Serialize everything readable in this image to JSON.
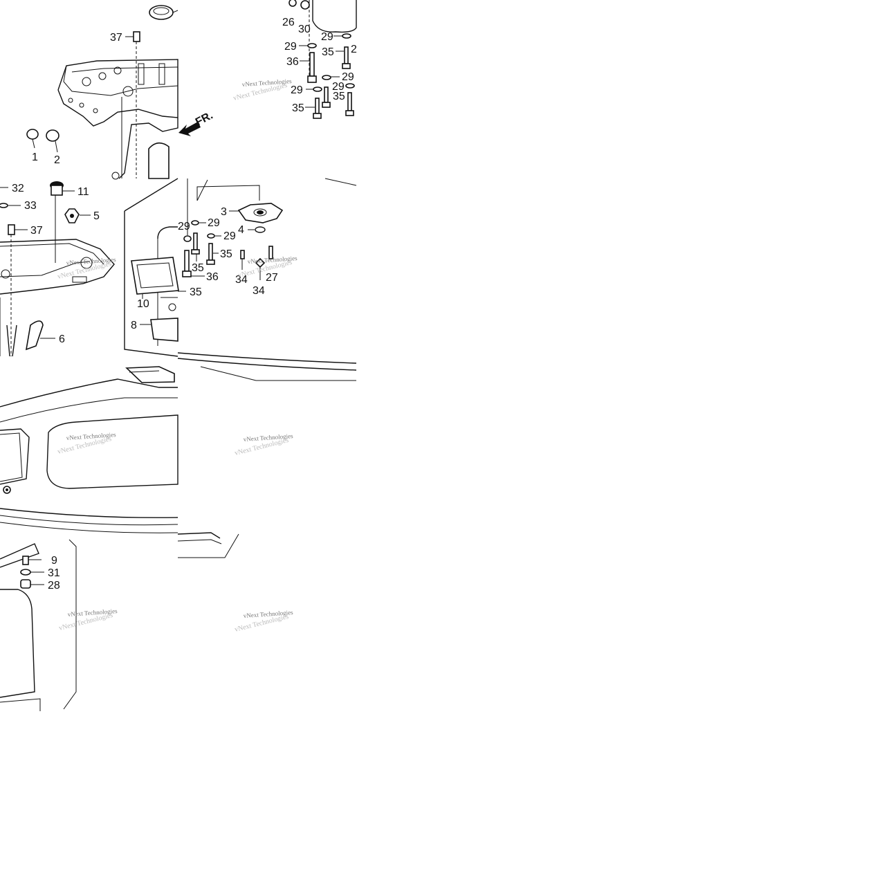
{
  "diagram": {
    "arrow_label": "FR.",
    "watermark": "vNext Technologies",
    "part_labels": [
      "37",
      "1",
      "2",
      "26",
      "30",
      "29",
      "29",
      "35",
      "36",
      "29",
      "29",
      "29",
      "35",
      "35",
      "32",
      "11",
      "33",
      "5",
      "37",
      "3",
      "29",
      "29",
      "4",
      "29",
      "35",
      "35",
      "36",
      "34",
      "27",
      "34",
      "35",
      "10",
      "8",
      "6",
      "9",
      "31",
      "28"
    ]
  },
  "colors": {
    "line": "#111111",
    "background": "#ffffff",
    "watermark": "#777777"
  }
}
